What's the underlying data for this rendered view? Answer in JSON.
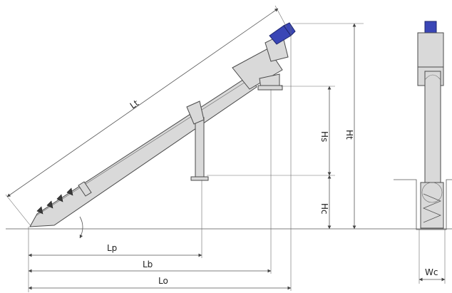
{
  "dimensions": {
    "lt": "Lt",
    "ht": "Ht",
    "hs": "Hs",
    "hc": "Hc",
    "lp": "Lp",
    "lb": "Lb",
    "lo": "Lo",
    "wc": "Wc"
  },
  "colors": {
    "motor": "#3a46b6",
    "body": "#d9d9d9",
    "line": "#555555"
  }
}
